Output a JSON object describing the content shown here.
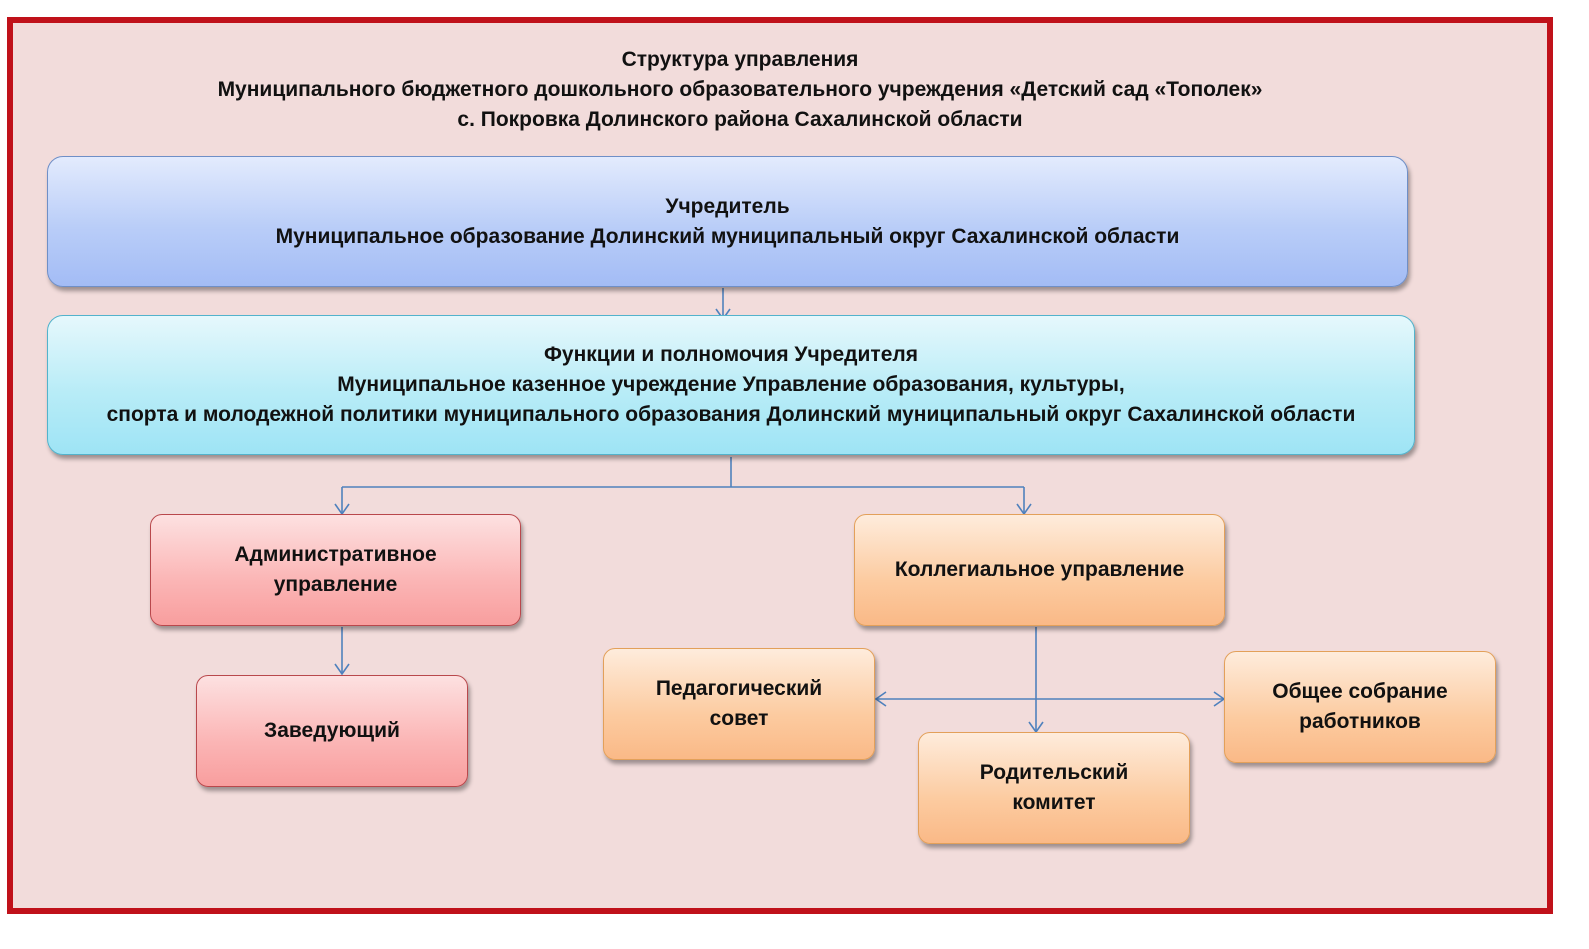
{
  "title": {
    "line1": "Структура управления",
    "line2": "Муниципального бюджетного дошкольного образовательного учреждения «Детский сад «Тополек»",
    "line3": "с. Покровка Долинского района Сахалинской области"
  },
  "founder": {
    "line1": "Учредитель",
    "line2": "Муниципальное образование Долинский  муниципальный округ Сахалинской области"
  },
  "founder_functions": {
    "line1": "Функции и полномочия Учредителя",
    "line2": "Муниципальное казенное учреждение Управление образования, культуры,",
    "line3": "спорта и молодежной политики муниципального образования Долинский муниципальный округ Сахалинской области"
  },
  "admin": {
    "line1": "Административное",
    "line2": "управление"
  },
  "head": {
    "label": "Заведующий"
  },
  "collegial": {
    "label": "Коллегиальное управление"
  },
  "pedagogical_council": {
    "line1": "Педагогический",
    "line2": "совет"
  },
  "parent_committee": {
    "line1": "Родительский",
    "line2": "комитет"
  },
  "general_meeting": {
    "line1": "Общее собрание",
    "line2": "работников"
  },
  "colors": {
    "frame_border": "#c0111a",
    "frame_background": "#f2dcdb",
    "connector": "#4f81bd",
    "founder_fill": "#b9cdf8",
    "functions_fill": "#b8ecf7",
    "admin_fill": "#fbb5b5",
    "collegial_fill": "#fccba0"
  }
}
